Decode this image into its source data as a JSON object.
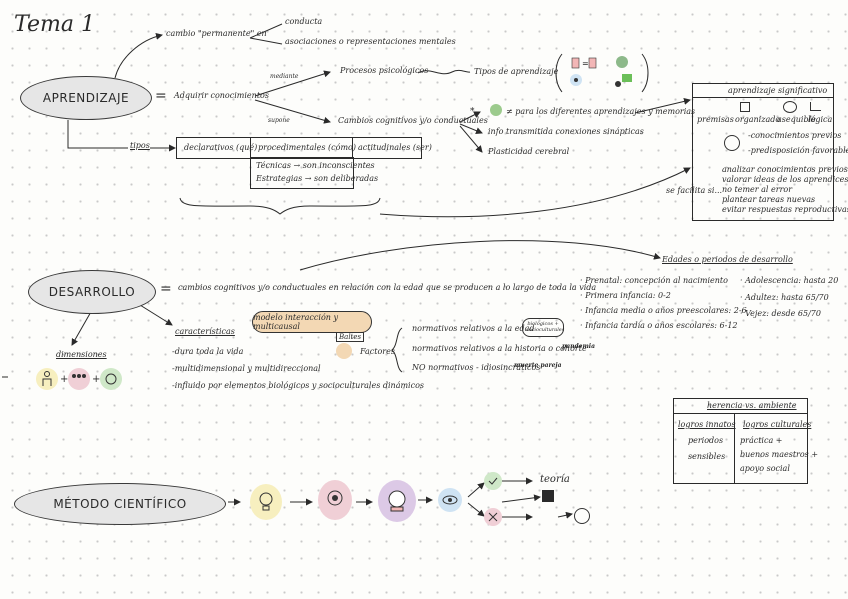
{
  "title": "Tema 1",
  "aprendizaje": {
    "bubble": "APRENDIZAJE",
    "eq": "=",
    "cambio": "cambio \"permanente\" en",
    "cambio_items": [
      "conducta",
      "asociaciones o representaciones mentales"
    ],
    "adquirir": "Adquirir conocimientos",
    "mediante": "mediante",
    "supone": "supone",
    "procesos": "Procesos psicológicos",
    "tipos_aprendizaje": "Tipos de aprendizaje",
    "cambios": "Cambios cognitivos y/o conductuales",
    "effects": [
      "≠ para los diferentes aprendizajes y memorias",
      "info transmitida conexiones sinápticas",
      "Plasticidad cerebral"
    ],
    "tipos": "tipos",
    "types": [
      "declarativos (qué)",
      "procedimentales (cómo)",
      "actitudinales (ser)"
    ],
    "proc_sub": [
      "Técnicas → son inconscientes",
      "Estrategias → son deliberadas"
    ]
  },
  "significativo": {
    "title": "aprendizaje significativo",
    "premisas": "premisas",
    "organizado": "organizado",
    "asequible": "asequible",
    "logica": "lógica",
    "prev": [
      "-conocimientos previos",
      "-predisposición favorable"
    ],
    "facilita": "se facilita si...",
    "list": [
      "analizar conocimientos previos",
      "valorar ideas de los aprendices",
      "no temer al error",
      "plantear tareas nuevas",
      "evitar respuestas reproductivas"
    ]
  },
  "desarrollo": {
    "bubble": "DESARROLLO",
    "eq": "=",
    "def": "cambios cognitivos y/o conductuales en relación con la edad que se producen a lo largo de toda la vida",
    "dimensiones": "dimensiones",
    "caracteristicas": "características",
    "char_items": [
      "-dura toda la vida",
      "-multidimensional y multidireccional",
      "-influido por elementos biológicos y socioculturales dinámicos"
    ],
    "modelo": "modelo interacción y multicausal",
    "baltes": "Baltes",
    "factores": "Factores",
    "factor_items": [
      "normativos relativos a la edad",
      "normativos relativos a la historia o cohorte",
      "NO normativos - idiosincráticos"
    ],
    "factor_tags": [
      "biológicos + socioculturales",
      "pandemia",
      "muerte pareja"
    ],
    "edades_title": "Edades o periodos de desarrollo",
    "edades_left": [
      "· Prenatal: concepción al nacimiento",
      "· Primera infancia: 0-2",
      "· Infancia media o años preescolares: 2-6",
      "· Infancia tardía o años escolares: 6-12"
    ],
    "edades_right": [
      "· Adolescencia: hasta 20",
      "· Adultez: hasta 65/70",
      "· Vejez: desde 65/70"
    ],
    "herencia_title": "herencia vs. ambiente",
    "innatos_title": "logros innatos",
    "innatos": [
      "periodos",
      "sensibles"
    ],
    "culturales_title": "logros culturales",
    "culturales": [
      "práctica +",
      "buenos maestros +",
      "apoyo social"
    ]
  },
  "metodo": {
    "bubble": "MÉTODO CIENTÍFICO",
    "teoria": "teoría"
  },
  "colors": {
    "bubble": "#e6e6e6",
    "yellow": "#f7efbf",
    "pink": "#f0cfd6",
    "lilac": "#dcc9e6",
    "blue": "#cfe3f3",
    "green": "#cfe8c8",
    "peach": "#f3d8b4"
  }
}
